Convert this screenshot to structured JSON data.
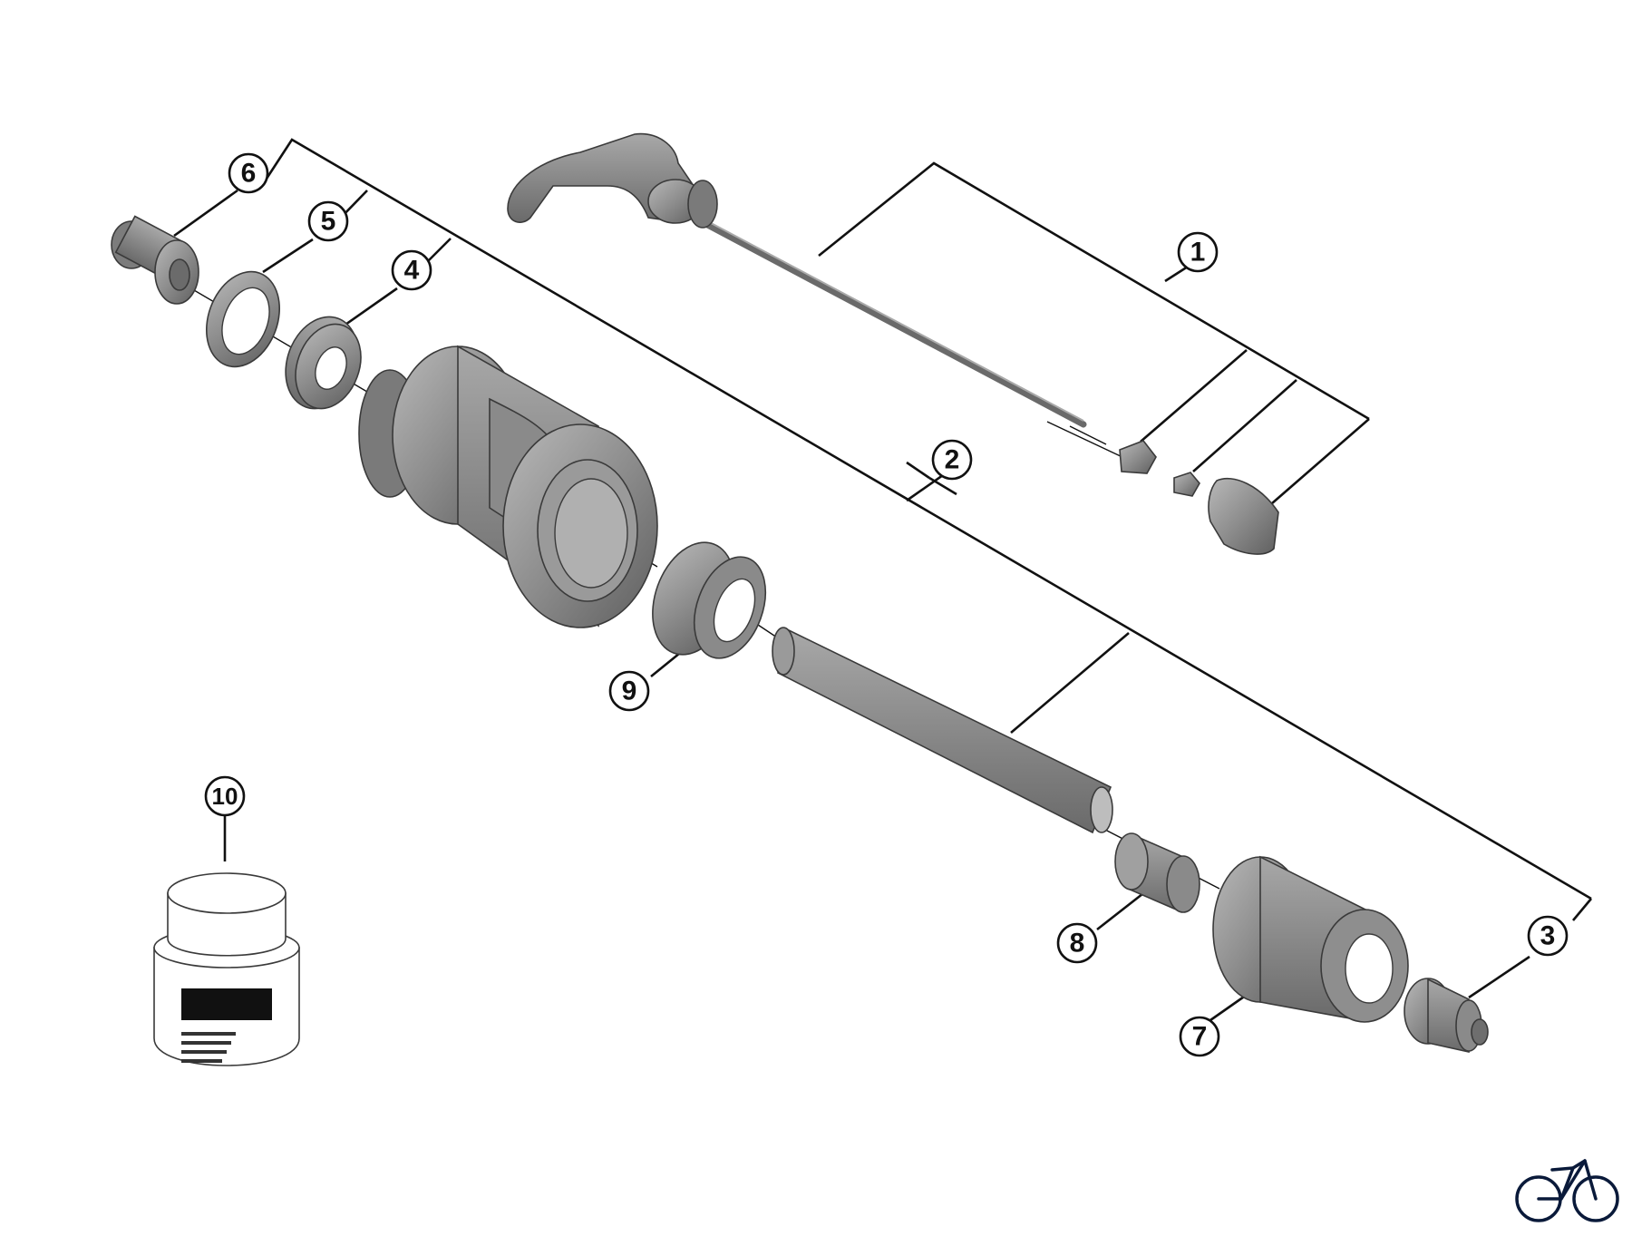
{
  "diagram": {
    "callouts": [
      {
        "id": "c1",
        "label": "1"
      },
      {
        "id": "c2",
        "label": "2"
      },
      {
        "id": "c3",
        "label": "3"
      },
      {
        "id": "c4",
        "label": "4"
      },
      {
        "id": "c5",
        "label": "5"
      },
      {
        "id": "c6",
        "label": "6"
      },
      {
        "id": "c7",
        "label": "7"
      },
      {
        "id": "c8",
        "label": "8"
      },
      {
        "id": "c9",
        "label": "9"
      },
      {
        "id": "c10",
        "label": "10"
      }
    ],
    "parts": [
      {
        "name": "quick-release-skewer"
      },
      {
        "name": "hub-body"
      },
      {
        "name": "end-cap-right"
      },
      {
        "name": "bearing"
      },
      {
        "name": "dust-seal"
      },
      {
        "name": "end-cap-left"
      },
      {
        "name": "freehub-body"
      },
      {
        "name": "spacer-sleeve"
      },
      {
        "name": "ratchet-driver"
      },
      {
        "name": "grease-jar"
      }
    ],
    "logo": "bicycle-logo"
  },
  "colors": {
    "part_fill": "#8c8c8c",
    "part_dark": "#5c5c5c",
    "part_light": "#b5b5b5",
    "line": "#111111"
  }
}
